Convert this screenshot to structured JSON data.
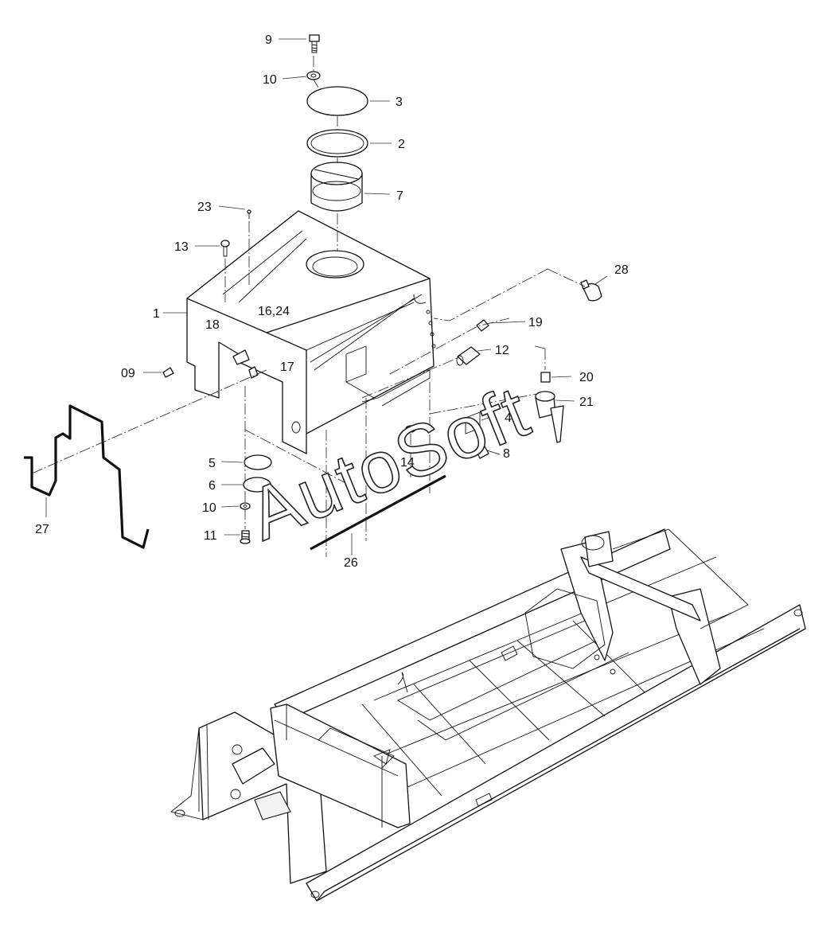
{
  "callouts": {
    "c9": "9",
    "c10a": "10",
    "c3": "3",
    "c2": "2",
    "c7": "7",
    "c23": "23",
    "c13": "13",
    "c1": "1",
    "c1624": "16,24",
    "c18": "18",
    "c28": "28",
    "c19": "19",
    "c12": "12",
    "c20": "20",
    "c21": "21",
    "c09": "09",
    "c17": "17",
    "c4": "4",
    "c8": "8",
    "c14": "14",
    "c5": "5",
    "c6": "6",
    "c10b": "10",
    "c11": "11",
    "c26": "26",
    "c27": "27"
  },
  "watermark": "AutoSoft"
}
